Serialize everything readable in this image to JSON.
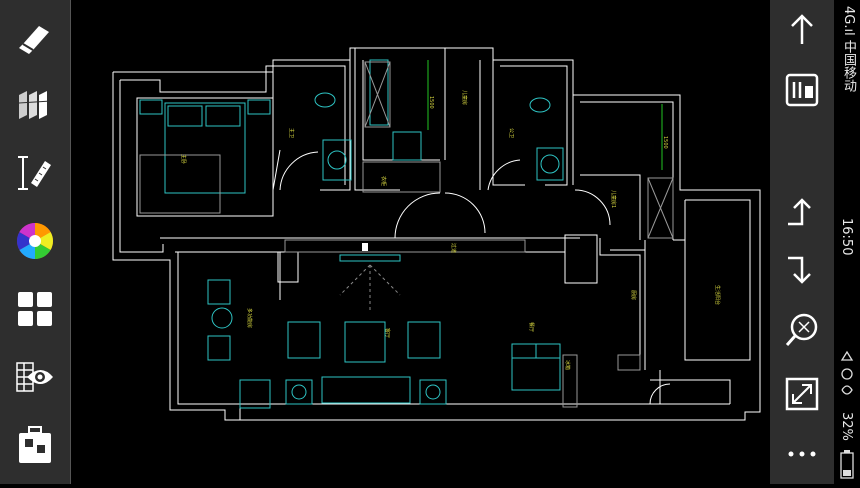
{
  "left_toolbar": {
    "tools": [
      {
        "name": "eraser-tool",
        "icon": "eraser-icon"
      },
      {
        "name": "layers-tool",
        "icon": "layers-icon"
      },
      {
        "name": "measure-tool",
        "icon": "ruler-icon"
      },
      {
        "name": "color-tool",
        "icon": "color-wheel-icon"
      },
      {
        "name": "blocks-tool",
        "icon": "blocks-icon"
      },
      {
        "name": "view-tool",
        "icon": "eye-grid-icon"
      },
      {
        "name": "toolbox-tool",
        "icon": "toolbox-icon"
      }
    ]
  },
  "right_toolbar": {
    "tools": [
      {
        "name": "up-arrow",
        "icon": "arrow-up-icon"
      },
      {
        "name": "layout",
        "icon": "layout-icon"
      },
      {
        "name": "undo",
        "icon": "undo-icon"
      },
      {
        "name": "redo",
        "icon": "redo-icon"
      },
      {
        "name": "zoom-window",
        "icon": "zoom-icon"
      },
      {
        "name": "fit-screen",
        "icon": "expand-icon"
      },
      {
        "name": "more",
        "icon": "more-icon"
      }
    ]
  },
  "status_bar": {
    "carrier": "4G.ıl 中国移动",
    "time": "16:50",
    "battery": "32%"
  },
  "drawing": {
    "dim_1": "1500",
    "dim_2": "1500",
    "rooms": {
      "master_bedroom": "主卧",
      "master_bath": "主卫",
      "kids_room": "儿童房",
      "guest_bath": "公卫",
      "bedroom_1": "儿童房1",
      "wardrobe": "衣柜",
      "corridor": "过道",
      "living_room": "客厅",
      "study": "多功能房",
      "dining": "餐厅",
      "kitchen": "厨房",
      "balcony": "生活阳台",
      "fridge": "冰箱"
    }
  },
  "colors": {
    "toolbar_bg": "#2e2e2e",
    "canvas_bg": "#000000",
    "wall": "#ffffff",
    "furniture": "#2ec4c4",
    "dimension": "#22c322",
    "label": "#d8d840"
  }
}
